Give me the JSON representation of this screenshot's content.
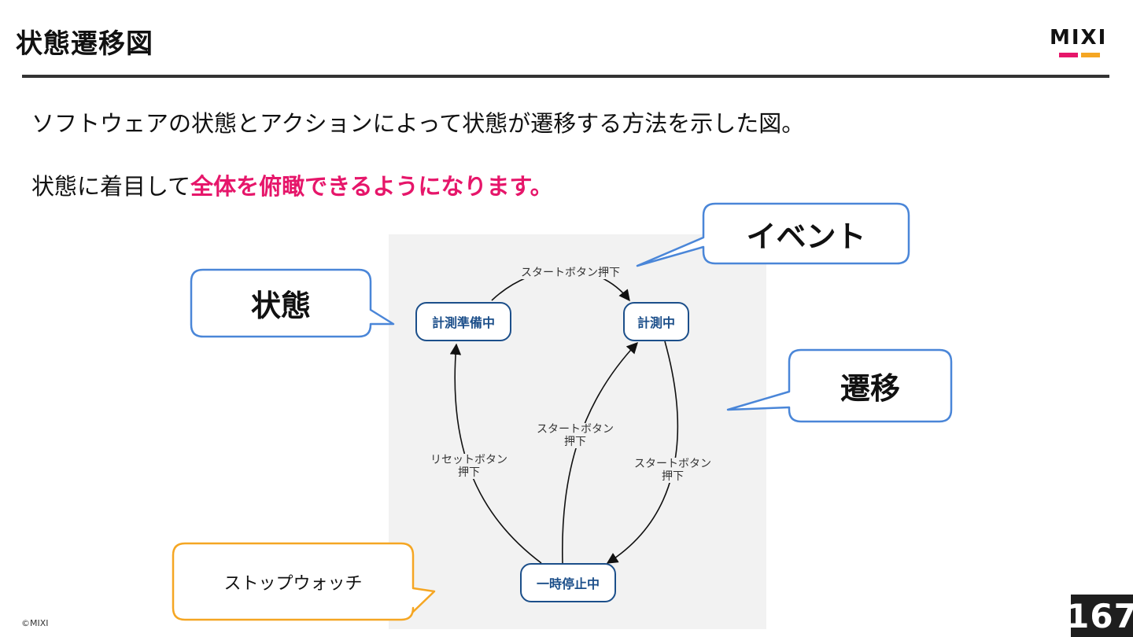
{
  "header": {
    "title": "状態遷移図",
    "logo_text": "MIXI",
    "logo_colors": [
      "#e6166a",
      "#f5a623"
    ]
  },
  "body": {
    "line1": "ソフトウェアの状態とアクションによって状態が遷移する方法を示した図。",
    "line2_plain": "状態に着目して",
    "line2_highlight": "全体を俯瞰できるようになります。",
    "highlight_color": "#e6166a"
  },
  "diagram": {
    "nodes": {
      "preparing": "計測準備中",
      "measuring": "計測中",
      "paused": "一時停止中"
    },
    "edges": {
      "top": "スタートボタン押下",
      "center_l1": "スタートボタン",
      "center_l2": "押下",
      "right_l1": "スタートボタン",
      "right_l2": "押下",
      "left_l1": "リセットボタン",
      "left_l2": "押下"
    },
    "node_color": "#1c4f8a"
  },
  "callouts": {
    "event": "イベント",
    "state": "状態",
    "transition": "遷移",
    "stopwatch": "ストップウォッチ",
    "blue_border": "#4a86d8",
    "orange_border": "#f5a623"
  },
  "footer": {
    "copyright": "©MIXI",
    "page_number": "167"
  }
}
